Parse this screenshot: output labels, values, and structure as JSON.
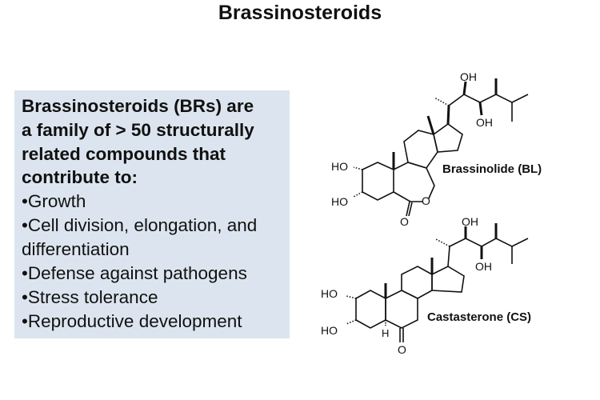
{
  "title": "Brassinosteroids",
  "intro_lines": [
    "Brassinosteroids (BRs) are",
    "a family of > 50 structurally",
    "related compounds that",
    "contribute to:"
  ],
  "bullets": [
    "•Growth",
    "•Cell division, elongation, and",
    "differentiation",
    "•Defense against pathogens",
    "•Stress tolerance",
    "•Reproductive development"
  ],
  "compounds": [
    {
      "name": "Brassinolide (BL)",
      "atoms": {
        "ho1": "HO",
        "ho2": "HO",
        "oh1": "OH",
        "oh2": "OH",
        "ring_o": "O",
        "carbonyl_o": "O"
      }
    },
    {
      "name": "Castasterone (CS)",
      "atoms": {
        "ho1": "HO",
        "ho2": "HO",
        "oh1": "OH",
        "oh2": "OH",
        "h": "H",
        "carbonyl_o": "O"
      }
    }
  ]
}
